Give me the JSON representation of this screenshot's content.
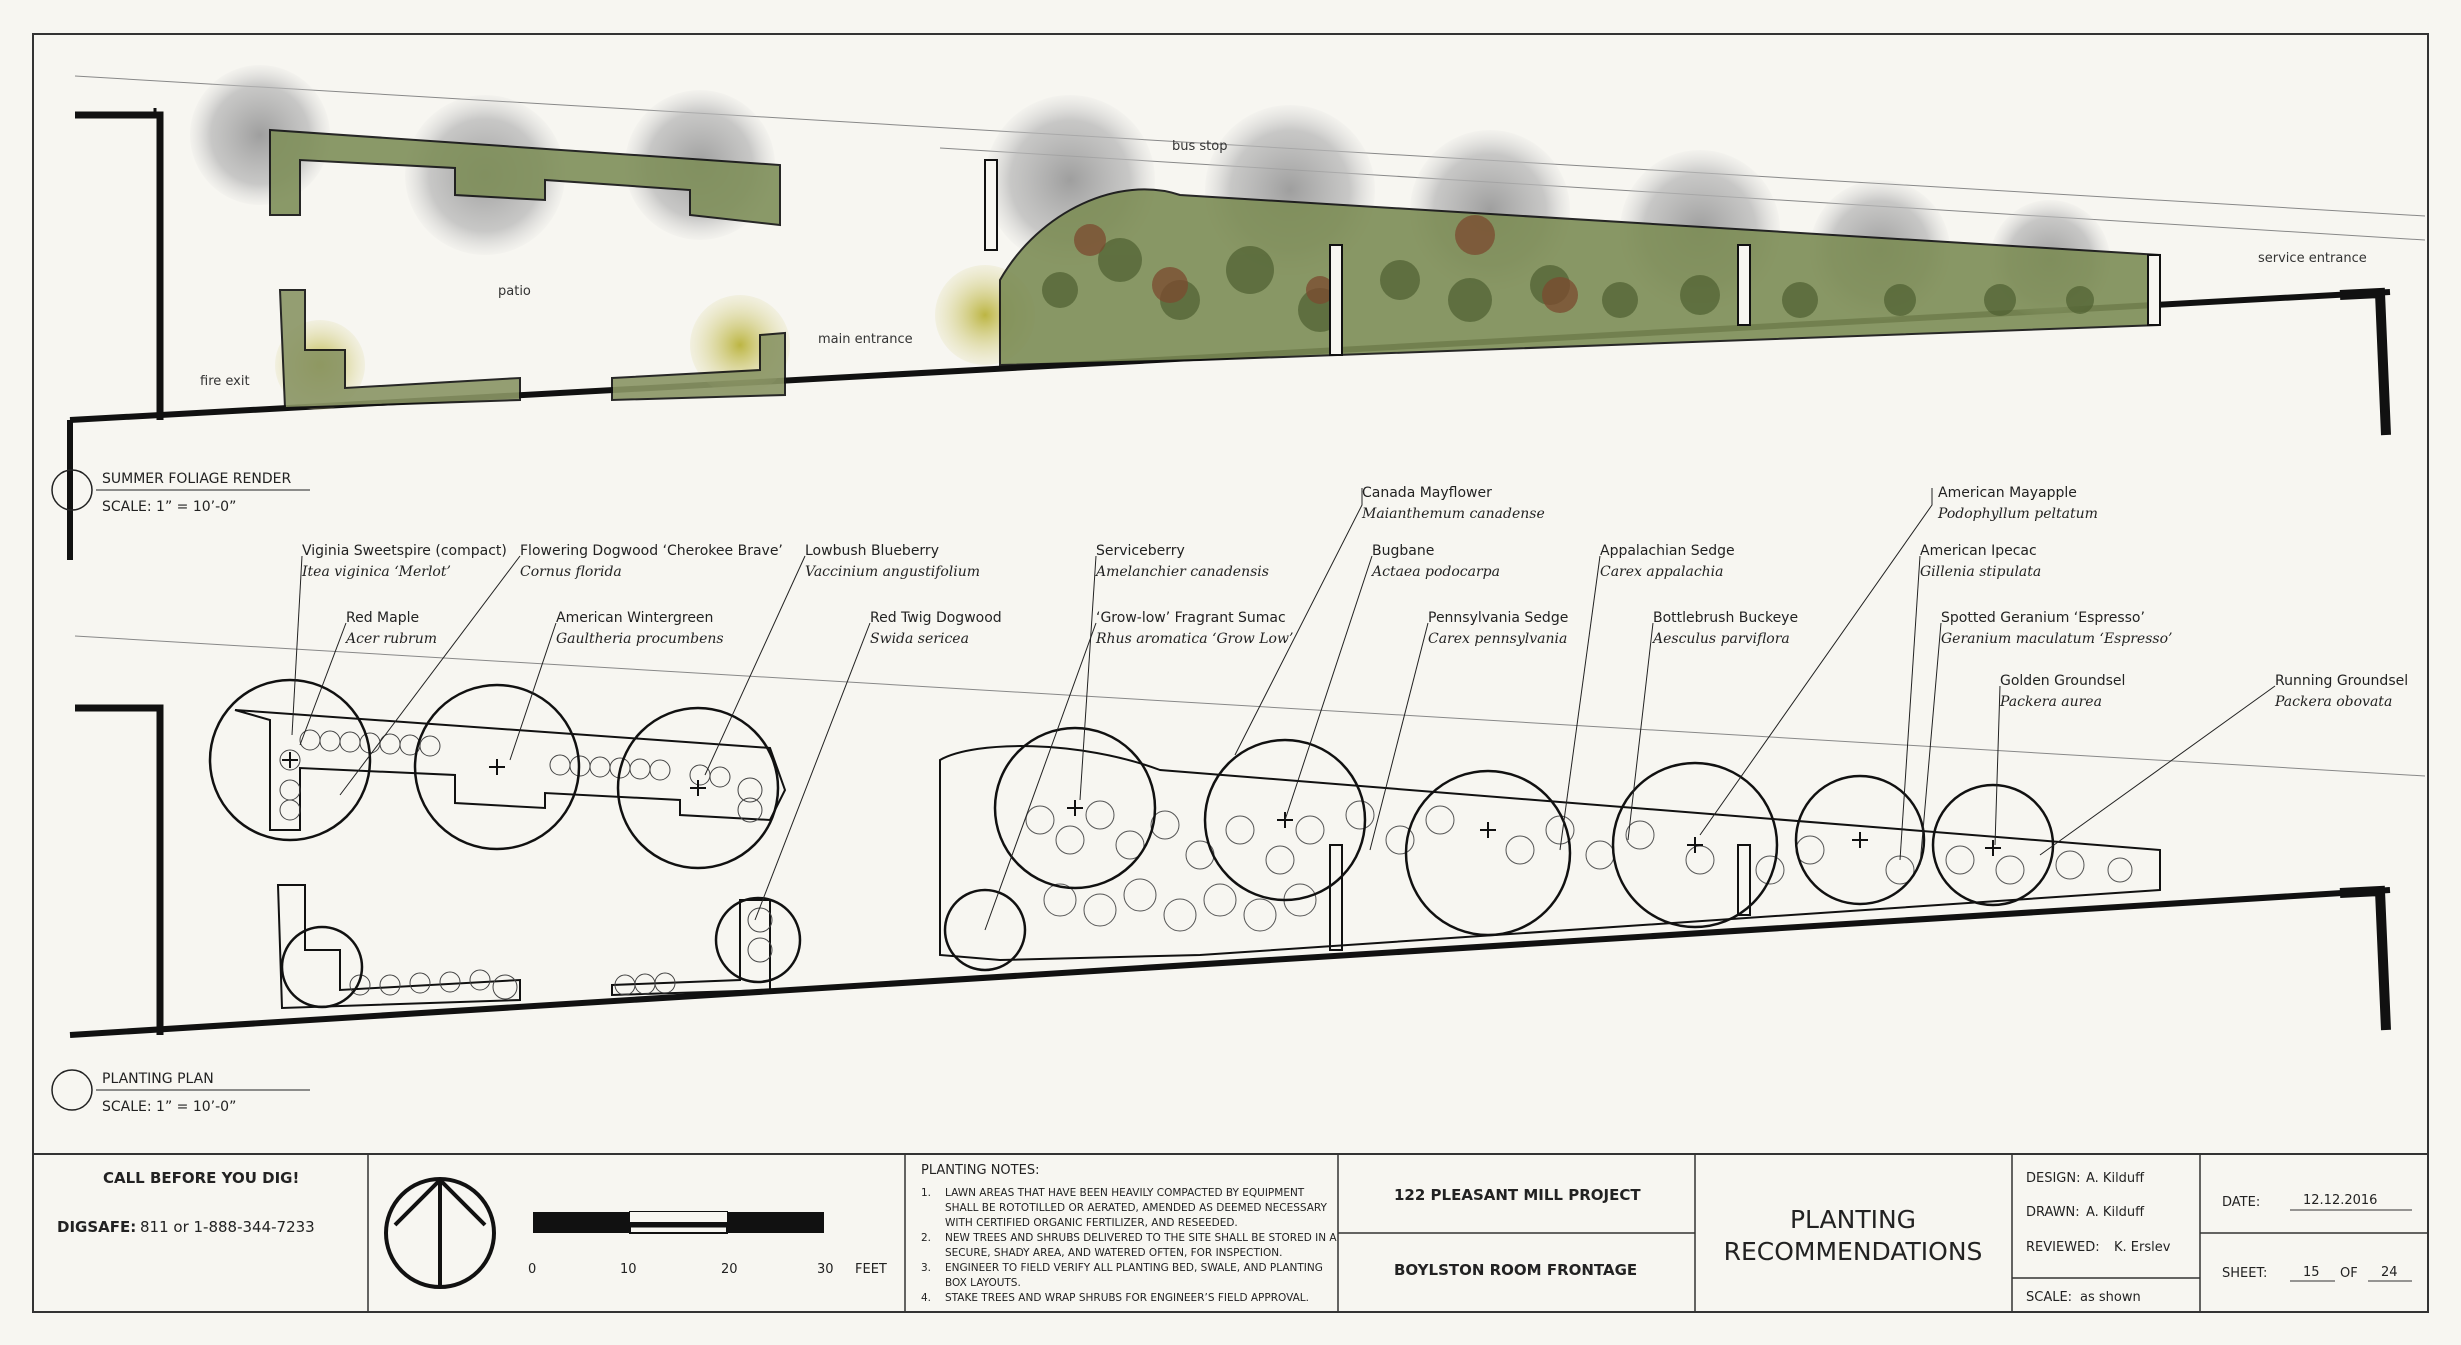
{
  "render": {
    "title": "SUMMER FOLIAGE RENDER",
    "scale": "SCALE: 1” = 10’-0”",
    "site_labels": {
      "patio": "patio",
      "fire_exit": "fire exit",
      "main_entrance": "main entrance",
      "bus_stop": "bus stop",
      "service_entrance": "service entrance"
    }
  },
  "plan": {
    "title": "PLANTING PLAN",
    "scale": "SCALE: 1” = 10’-0”",
    "plants": [
      {
        "common": "Viginia Sweetspire (compact)",
        "latin": "Itea viginica ‘Merlot’"
      },
      {
        "common": "Flowering Dogwood ‘Cherokee Brave’",
        "latin": "Cornus florida"
      },
      {
        "common": "Lowbush Blueberry",
        "latin": "Vaccinium angustifolium"
      },
      {
        "common": "Red Maple",
        "latin": "Acer rubrum"
      },
      {
        "common": "American Wintergreen",
        "latin": "Gaultheria procumbens"
      },
      {
        "common": "Red Twig Dogwood",
        "latin": "Swida sericea"
      },
      {
        "common": "Serviceberry",
        "latin": "Amelanchier canadensis"
      },
      {
        "common": "‘Grow-low’ Fragrant Sumac",
        "latin": "Rhus aromatica ‘Grow Low’"
      },
      {
        "common": "Canada Mayflower",
        "latin": "Maianthemum canadense"
      },
      {
        "common": "Bugbane",
        "latin": "Actaea podocarpa"
      },
      {
        "common": "Pennsylvania Sedge",
        "latin": "Carex pennsylvania"
      },
      {
        "common": "Appalachian Sedge",
        "latin": "Carex appalachia"
      },
      {
        "common": "Bottlebrush Buckeye",
        "latin": "Aesculus parviflora"
      },
      {
        "common": "American Mayapple",
        "latin": "Podophyllum peltatum"
      },
      {
        "common": "American Ipecac",
        "latin": "Gillenia stipulata"
      },
      {
        "common": "Spotted Geranium ‘Espresso’",
        "latin": "Geranium maculatum ‘Espresso’"
      },
      {
        "common": "Golden Groundsel",
        "latin": "Packera aurea"
      },
      {
        "common": "Running Groundsel",
        "latin": "Packera obovata"
      }
    ]
  },
  "title_block": {
    "call_before_dig": "CALL BEFORE YOU DIG!",
    "digsafe_label": "DIGSAFE:",
    "digsafe_numbers": "811  or  1-888-344-7233",
    "scale_ticks": [
      "0",
      "10",
      "20",
      "30"
    ],
    "scale_unit": "FEET",
    "notes_title": "PLANTING NOTES:",
    "notes": [
      {
        "num": "1.",
        "lines": [
          " LAWN AREAS THAT HAVE BEEN HEAVILY COMPACTED BY EQUIPMENT",
          "SHALL BE ROTOTILLED OR AERATED, AMENDED AS DEEMED NECESSARY",
          "WITH CERTIFIED ORGANIC FERTILIZER, AND RESEEDED."
        ]
      },
      {
        "num": "2.",
        "lines": [
          "NEW TREES AND SHRUBS DELIVERED TO THE SITE SHALL BE STORED IN A",
          "SECURE, SHADY AREA, AND WATERED OFTEN, FOR INSPECTION."
        ]
      },
      {
        "num": "3.",
        "lines": [
          "ENGINEER TO FIELD VERIFY ALL PLANTING BED, SWALE, AND PLANTING",
          "BOX LAYOUTS."
        ]
      },
      {
        "num": "4.",
        "lines": [
          "STAKE TREES AND WRAP SHRUBS FOR ENGINEER’S FIELD APPROVAL."
        ]
      }
    ],
    "project": "122 PLEASANT MILL PROJECT",
    "frontage": "BOYLSTON ROOM FRONTAGE",
    "drawing_title_1": "PLANTING",
    "drawing_title_2": "RECOMMENDATIONS",
    "design_label": "DESIGN:",
    "design": "A. Kilduff",
    "drawn_label": "DRAWN:",
    "drawn": "A. Kilduff",
    "reviewed_label": "REVIEWED:",
    "reviewed": "K. Erslev",
    "scale_label": "SCALE:",
    "scale": "as shown",
    "date_label": "DATE:",
    "date": "12.12.2016",
    "sheet_label": "SHEET:",
    "sheet": "15",
    "of_label": "OF",
    "total_sheets": "24"
  }
}
